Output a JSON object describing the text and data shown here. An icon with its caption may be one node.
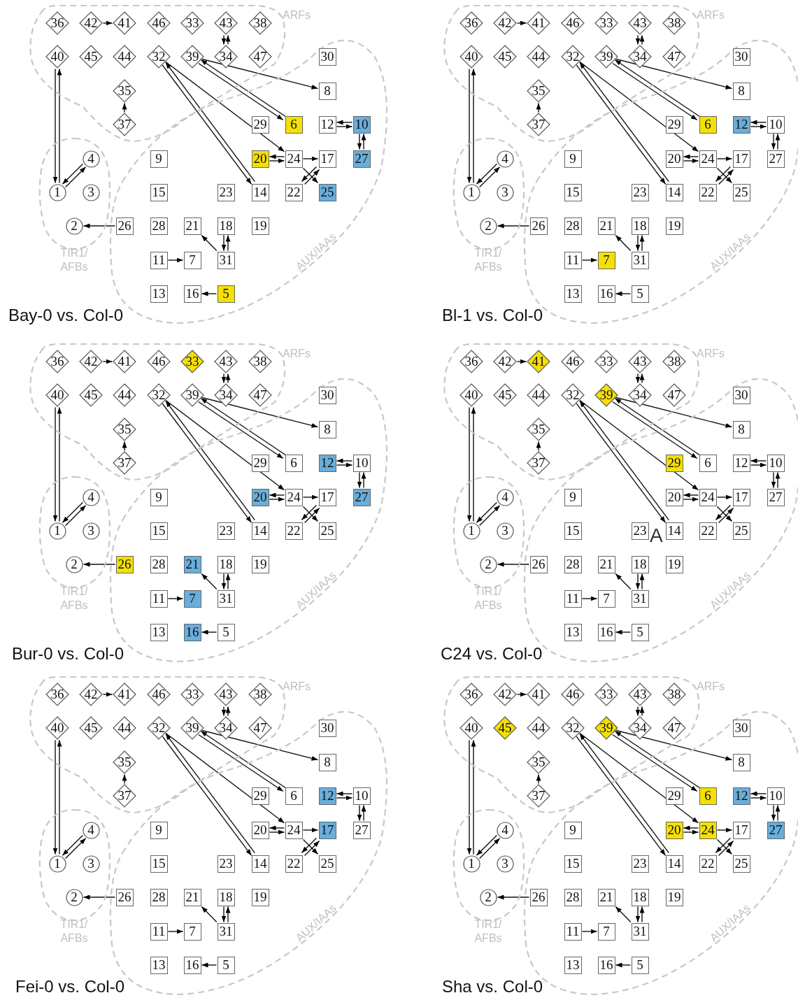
{
  "diagram": {
    "nodes": [
      {
        "text": [
          "ARFs"
        ]
      },
      {
        "text": [
          "TIR1/ AFBs"
        ]
      },
      {
        "text": [
          "AUX/IAAs"
        ]
      },
      {
        "text": [
          "36"
        ],
        "in": 0
      },
      {
        "text": [
          "42"
        ],
        "in": 0
      },
      {
        "text": [
          "41"
        ],
        "in": 0
      },
      {
        "text": [
          "46"
        ],
        "in": 0
      },
      {
        "text": [
          "33"
        ],
        "in": 0
      },
      {
        "text": [
          "43"
        ],
        "in": 0
      },
      {
        "text": [
          "38"
        ],
        "in": 0
      },
      {
        "text": [
          "40"
        ],
        "in": 0
      },
      {
        "text": [
          "45"
        ],
        "in": 0
      },
      {
        "text": [
          "44"
        ],
        "in": 0
      },
      {
        "text": [
          "32"
        ],
        "in": 0
      },
      {
        "text": [
          "39"
        ],
        "in": 0
      },
      {
        "text": [
          "34"
        ],
        "in": 0
      },
      {
        "text": [
          "47"
        ],
        "in": 0
      },
      {
        "text": [
          "30"
        ],
        "in": 2
      },
      {
        "text": [
          "35"
        ],
        "in": 0
      },
      {
        "text": [
          "8"
        ],
        "in": 2
      },
      {
        "text": [
          "37"
        ],
        "in": 0
      },
      {
        "text": [
          "29"
        ],
        "in": 2
      },
      {
        "text": [
          "6"
        ],
        "in": 2
      },
      {
        "text": [
          "12"
        ],
        "in": 2
      },
      {
        "text": [
          "10"
        ],
        "in": 2
      },
      {
        "text": [
          "4"
        ],
        "in": 1
      },
      {
        "text": [
          "9"
        ],
        "in": 2
      },
      {
        "text": [
          "20"
        ],
        "in": 2
      },
      {
        "text": [
          "24"
        ],
        "in": 2
      },
      {
        "text": [
          "17"
        ],
        "in": 2
      },
      {
        "text": [
          "27"
        ],
        "in": 2
      },
      {
        "text": [
          "1"
        ],
        "in": 1
      },
      {
        "text": [
          "3"
        ],
        "in": 1
      },
      {
        "text": [
          "15"
        ],
        "in": 2
      },
      {
        "text": [
          "23"
        ],
        "in": 2
      },
      {
        "text": [
          "14"
        ],
        "in": 2
      },
      {
        "text": [
          "22"
        ],
        "in": 2
      },
      {
        "text": [
          "25"
        ],
        "in": 2
      },
      {
        "text": [
          "2"
        ],
        "in": 1
      },
      {
        "text": [
          "26"
        ],
        "in": 2
      },
      {
        "text": [
          "28"
        ],
        "in": 2
      },
      {
        "text": [
          "21"
        ],
        "in": 2
      },
      {
        "text": [
          "18"
        ],
        "in": 2
      },
      {
        "text": [
          "19"
        ],
        "in": 2
      },
      {
        "text": [
          "11"
        ],
        "in": 2
      },
      {
        "text": [
          "7"
        ],
        "in": 2
      },
      {
        "text": [
          "31"
        ],
        "in": 2
      },
      {
        "text": [
          "13"
        ],
        "in": 2
      },
      {
        "text": [
          "16"
        ],
        "in": 2
      },
      {
        "text": [
          "5"
        ],
        "in": 2
      },
      {
        "text": [
          "ARFs"
        ]
      },
      {
        "text": [
          "TIR1/ AFBs"
        ]
      },
      {
        "text": [
          "AUX/IAAs"
        ]
      },
      {
        "text": [
          "36"
        ],
        "in": 50
      },
      {
        "text": [
          "42"
        ],
        "in": 50
      },
      {
        "text": [
          "41"
        ],
        "in": 50
      },
      {
        "text": [
          "46"
        ],
        "in": 50
      },
      {
        "text": [
          "33"
        ],
        "in": 50
      },
      {
        "text": [
          "43"
        ],
        "in": 50
      },
      {
        "text": [
          "38"
        ],
        "in": 50
      },
      {
        "text": [
          "40"
        ],
        "in": 50
      },
      {
        "text": [
          "45"
        ],
        "in": 50
      },
      {
        "text": [
          "44"
        ],
        "in": 50
      },
      {
        "text": [
          "32"
        ],
        "in": 50
      },
      {
        "text": [
          "39"
        ],
        "in": 50
      },
      {
        "text": [
          "34"
        ],
        "in": 50
      },
      {
        "text": [
          "47"
        ],
        "in": 50
      },
      {
        "text": [
          "30"
        ],
        "in": 52
      },
      {
        "text": [
          "35"
        ],
        "in": 50
      },
      {
        "text": [
          "8"
        ],
        "in": 52
      },
      {
        "text": [
          "37"
        ],
        "in": 50
      },
      {
        "text": [
          "29"
        ],
        "in": 52
      },
      {
        "text": [
          "6"
        ],
        "in": 52
      },
      {
        "text": [
          "12"
        ],
        "in": 52
      },
      {
        "text": [
          "10"
        ],
        "in": 52
      },
      {
        "text": [
          "4"
        ],
        "in": 51
      },
      {
        "text": [
          "9"
        ],
        "in": 52
      },
      {
        "text": [
          "20"
        ],
        "in": 52
      },
      {
        "text": [
          "24"
        ],
        "in": 52
      },
      {
        "text": [
          "17"
        ],
        "in": 52
      },
      {
        "text": [
          "27"
        ],
        "in": 52
      },
      {
        "text": [
          "1"
        ],
        "in": 51
      },
      {
        "text": [
          "3"
        ],
        "in": 51
      },
      {
        "text": [
          "15"
        ],
        "in": 52
      },
      {
        "text": [
          "23"
        ],
        "in": 52
      },
      {
        "text": [
          "14"
        ],
        "in": 52
      },
      {
        "text": [
          "22"
        ],
        "in": 52
      },
      {
        "text": [
          "25"
        ],
        "in": 52
      },
      {
        "text": [
          "2"
        ],
        "in": 51
      },
      {
        "text": [
          "26"
        ],
        "in": 52
      },
      {
        "text": [
          "28"
        ],
        "in": 52
      },
      {
        "text": [
          "21"
        ],
        "in": 52
      },
      {
        "text": [
          "18"
        ],
        "in": 52
      },
      {
        "text": [
          "19"
        ],
        "in": 52
      },
      {
        "text": [
          "11"
        ],
        "in": 52
      },
      {
        "text": [
          "7"
        ],
        "in": 52
      },
      {
        "text": [
          "31"
        ],
        "in": 52
      },
      {
        "text": [
          "13"
        ],
        "in": 52
      },
      {
        "text": [
          "16"
        ],
        "in": 52
      },
      {
        "text": [
          "5"
        ],
        "in": 52
      },
      {
        "text": [
          "ARFs"
        ]
      },
      {
        "text": [
          "TIR1/ AFBs"
        ]
      },
      {
        "text": [
          "AUX/IAAs"
        ]
      },
      {
        "text": [
          "36"
        ],
        "in": 100
      },
      {
        "text": [
          "42"
        ],
        "in": 100
      },
      {
        "text": [
          "41"
        ],
        "in": 100
      },
      {
        "text": [
          "46"
        ],
        "in": 100
      },
      {
        "text": [
          "33"
        ],
        "in": 100
      },
      {
        "text": [
          "43"
        ],
        "in": 100
      },
      {
        "text": [
          "38"
        ],
        "in": 100
      },
      {
        "text": [
          "40"
        ],
        "in": 100
      },
      {
        "text": [
          "45"
        ],
        "in": 100
      },
      {
        "text": [
          "44"
        ],
        "in": 100
      },
      {
        "text": [
          "32"
        ],
        "in": 100
      },
      {
        "text": [
          "39"
        ],
        "in": 100
      },
      {
        "text": [
          "34"
        ],
        "in": 100
      },
      {
        "text": [
          "47"
        ],
        "in": 100
      },
      {
        "text": [
          "30"
        ],
        "in": 102
      },
      {
        "text": [
          "35"
        ],
        "in": 100
      },
      {
        "text": [
          "8"
        ],
        "in": 102
      },
      {
        "text": [
          "37"
        ],
        "in": 100
      },
      {
        "text": [
          "29"
        ],
        "in": 102
      },
      {
        "text": [
          "6"
        ],
        "in": 102
      },
      {
        "text": [
          "12"
        ],
        "in": 102
      },
      {
        "text": [
          "10"
        ],
        "in": 102
      },
      {
        "text": [
          "4"
        ],
        "in": 101
      },
      {
        "text": [
          "9"
        ],
        "in": 102
      },
      {
        "text": [
          "20"
        ],
        "in": 102
      },
      {
        "text": [
          "24"
        ],
        "in": 102
      },
      {
        "text": [
          "17"
        ],
        "in": 102
      },
      {
        "text": [
          "27"
        ],
        "in": 102
      },
      {
        "text": [
          "1"
        ],
        "in": 101
      },
      {
        "text": [
          "3"
        ],
        "in": 101
      },
      {
        "text": [
          "15"
        ],
        "in": 102
      },
      {
        "text": [
          "23"
        ],
        "in": 102
      },
      {
        "text": [
          "14"
        ],
        "in": 102
      },
      {
        "text": [
          "22"
        ],
        "in": 102
      },
      {
        "text": [
          "25"
        ],
        "in": 102
      },
      {
        "text": [
          "2"
        ],
        "in": 101
      },
      {
        "text": [
          "26"
        ],
        "in": 102
      },
      {
        "text": [
          "28"
        ],
        "in": 102
      },
      {
        "text": [
          "21"
        ],
        "in": 102
      },
      {
        "text": [
          "18"
        ],
        "in": 102
      },
      {
        "text": [
          "19"
        ],
        "in": 102
      },
      {
        "text": [
          "11"
        ],
        "in": 102
      },
      {
        "text": [
          "7"
        ],
        "in": 102
      },
      {
        "text": [
          "31"
        ],
        "in": 102
      },
      {
        "text": [
          "13"
        ],
        "in": 102
      },
      {
        "text": [
          "16"
        ],
        "in": 102
      },
      {
        "text": [
          "5"
        ],
        "in": 102
      },
      {
        "text": [
          "ARFs"
        ]
      },
      {
        "text": [
          "TIR1/ AFBs"
        ]
      },
      {
        "text": [
          "AUX/IAAs"
        ]
      },
      {
        "text": [
          "36"
        ],
        "in": 150
      },
      {
        "text": [
          "42"
        ],
        "in": 150
      },
      {
        "text": [
          "41"
        ],
        "in": 150
      },
      {
        "text": [
          "46"
        ],
        "in": 150
      },
      {
        "text": [
          "33"
        ],
        "in": 150
      },
      {
        "text": [
          "43"
        ],
        "in": 150
      },
      {
        "text": [
          "38"
        ],
        "in": 150
      },
      {
        "text": [
          "40"
        ],
        "in": 150
      },
      {
        "text": [
          "45"
        ],
        "in": 150
      },
      {
        "text": [
          "44"
        ],
        "in": 150
      },
      {
        "text": [
          "32"
        ],
        "in": 150
      },
      {
        "text": [
          "39"
        ],
        "in": 150
      },
      {
        "text": [
          "34"
        ],
        "in": 150
      },
      {
        "text": [
          "47"
        ],
        "in": 150
      },
      {
        "text": [
          "30"
        ],
        "in": 152
      },
      {
        "text": [
          "35"
        ],
        "in": 150
      },
      {
        "text": [
          "8"
        ],
        "in": 152
      },
      {
        "text": [
          "37"
        ],
        "in": 150
      },
      {
        "text": [
          "29"
        ],
        "in": 152
      },
      {
        "text": [
          "6"
        ],
        "in": 152
      },
      {
        "text": [
          "12"
        ],
        "in": 152
      },
      {
        "text": [
          "10"
        ],
        "in": 152
      },
      {
        "text": [
          "4"
        ],
        "in": 151
      },
      {
        "text": [
          "9"
        ],
        "in": 152
      },
      {
        "text": [
          "20"
        ],
        "in": 152
      },
      {
        "text": [
          "24"
        ],
        "in": 152
      },
      {
        "text": [
          "17"
        ],
        "in": 152
      },
      {
        "text": [
          "27"
        ],
        "in": 152
      },
      {
        "text": [
          "1"
        ],
        "in": 151
      },
      {
        "text": [
          "3"
        ],
        "in": 151
      },
      {
        "text": [
          "15"
        ],
        "in": 152
      },
      {
        "text": [
          "23"
        ],
        "in": 152
      },
      {
        "text": [
          "14"
        ],
        "in": 152
      },
      {
        "text": [
          "22"
        ],
        "in": 152
      },
      {
        "text": [
          "25"
        ],
        "in": 152
      },
      {
        "text": [
          "2"
        ],
        "in": 151
      },
      {
        "text": [
          "26"
        ],
        "in": 152
      },
      {
        "text": [
          "28"
        ],
        "in": 152
      },
      {
        "text": [
          "21"
        ],
        "in": 152
      },
      {
        "text": [
          "18"
        ],
        "in": 152
      },
      {
        "text": [
          "19"
        ],
        "in": 152
      },
      {
        "text": [
          "11"
        ],
        "in": 152
      },
      {
        "text": [
          "7"
        ],
        "in": 152
      },
      {
        "text": [
          "31"
        ],
        "in": 152
      },
      {
        "text": [
          "13"
        ],
        "in": 152
      },
      {
        "text": [
          "16"
        ],
        "in": 152
      },
      {
        "text": [
          "5"
        ],
        "in": 152
      },
      {
        "text": [
          "ARFs"
        ]
      },
      {
        "text": [
          "TIR1/ AFBs"
        ]
      },
      {
        "text": [
          "AUX/IAAs"
        ]
      },
      {
        "text": [
          "36"
        ],
        "in": 200
      },
      {
        "text": [
          "42"
        ],
        "in": 200
      },
      {
        "text": [
          "41"
        ],
        "in": 200
      },
      {
        "text": [
          "46"
        ],
        "in": 200
      },
      {
        "text": [
          "33"
        ],
        "in": 200
      },
      {
        "text": [
          "43"
        ],
        "in": 200
      },
      {
        "text": [
          "38"
        ],
        "in": 200
      },
      {
        "text": [
          "40"
        ],
        "in": 200
      },
      {
        "text": [
          "45"
        ],
        "in": 200
      },
      {
        "text": [
          "44"
        ],
        "in": 200
      },
      {
        "text": [
          "32"
        ],
        "in": 200
      },
      {
        "text": [
          "39"
        ],
        "in": 200
      },
      {
        "text": [
          "34"
        ],
        "in": 200
      },
      {
        "text": [
          "47"
        ],
        "in": 200
      },
      {
        "text": [
          "30"
        ],
        "in": 202
      },
      {
        "text": [
          "35"
        ],
        "in": 200
      },
      {
        "text": [
          "8"
        ],
        "in": 202
      },
      {
        "text": [
          "37"
        ],
        "in": 200
      },
      {
        "text": [
          "29"
        ],
        "in": 202
      },
      {
        "text": [
          "6"
        ],
        "in": 202
      },
      {
        "text": [
          "12"
        ],
        "in": 202
      },
      {
        "text": [
          "10"
        ],
        "in": 202
      },
      {
        "text": [
          "4"
        ],
        "in": 201
      },
      {
        "text": [
          "9"
        ],
        "in": 202
      },
      {
        "text": [
          "20"
        ],
        "in": 202
      },
      {
        "text": [
          "24"
        ],
        "in": 202
      },
      {
        "text": [
          "17"
        ],
        "in": 202
      },
      {
        "text": [
          "27"
        ],
        "in": 202
      },
      {
        "text": [
          "1"
        ],
        "in": 201
      },
      {
        "text": [
          "3"
        ],
        "in": 201
      },
      {
        "text": [
          "15"
        ],
        "in": 202
      },
      {
        "text": [
          "23"
        ],
        "in": 202
      },
      {
        "text": [
          "14"
        ],
        "in": 202
      },
      {
        "text": [
          "22"
        ],
        "in": 202
      },
      {
        "text": [
          "25"
        ],
        "in": 202
      },
      {
        "text": [
          "2"
        ],
        "in": 201
      },
      {
        "text": [
          "26"
        ],
        "in": 202
      },
      {
        "text": [
          "28"
        ],
        "in": 202
      },
      {
        "text": [
          "21"
        ],
        "in": 202
      },
      {
        "text": [
          "18"
        ],
        "in": 202
      },
      {
        "text": [
          "19"
        ],
        "in": 202
      },
      {
        "text": [
          "11"
        ],
        "in": 202
      },
      {
        "text": [
          "7"
        ],
        "in": 202
      },
      {
        "text": [
          "31"
        ],
        "in": 202
      },
      {
        "text": [
          "13"
        ],
        "in": 202
      },
      {
        "text": [
          "16"
        ],
        "in": 202
      },
      {
        "text": [
          "5"
        ],
        "in": 202
      },
      {
        "text": [
          "ARFs"
        ]
      },
      {
        "text": [
          "TIR1/ AFBs"
        ]
      },
      {
        "text": [
          "AUX/IAAs"
        ]
      },
      {
        "text": [
          "36"
        ],
        "in": 250
      },
      {
        "text": [
          "42"
        ],
        "in": 250
      },
      {
        "text": [
          "41"
        ],
        "in": 250
      },
      {
        "text": [
          "46"
        ],
        "in": 250
      },
      {
        "text": [
          "33"
        ],
        "in": 250
      },
      {
        "text": [
          "43"
        ],
        "in": 250
      },
      {
        "text": [
          "38"
        ],
        "in": 250
      },
      {
        "text": [
          "40"
        ],
        "in": 250
      },
      {
        "text": [
          "45"
        ],
        "in": 250
      },
      {
        "text": [
          "44"
        ],
        "in": 250
      },
      {
        "text": [
          "32"
        ],
        "in": 250
      },
      {
        "text": [
          "39"
        ],
        "in": 250
      },
      {
        "text": [
          "34"
        ],
        "in": 250
      },
      {
        "text": [
          "47"
        ],
        "in": 250
      },
      {
        "text": [
          "30"
        ],
        "in": 252
      },
      {
        "text": [
          "35"
        ],
        "in": 250
      },
      {
        "text": [
          "8"
        ],
        "in": 252
      },
      {
        "text": [
          "37"
        ],
        "in": 250
      },
      {
        "text": [
          "29"
        ],
        "in": 252
      },
      {
        "text": [
          "6"
        ],
        "in": 252
      },
      {
        "text": [
          "12"
        ],
        "in": 252
      },
      {
        "text": [
          "10"
        ],
        "in": 252
      },
      {
        "text": [
          "4"
        ],
        "in": 251
      },
      {
        "text": [
          "9"
        ],
        "in": 252
      },
      {
        "text": [
          "20"
        ],
        "in": 252
      },
      {
        "text": [
          "24"
        ],
        "in": 252
      },
      {
        "text": [
          "17"
        ],
        "in": 252
      },
      {
        "text": [
          "27"
        ],
        "in": 252
      },
      {
        "text": [
          "1"
        ],
        "in": 251
      },
      {
        "text": [
          "3"
        ],
        "in": 251
      },
      {
        "text": [
          "15"
        ],
        "in": 252
      },
      {
        "text": [
          "23"
        ],
        "in": 252
      },
      {
        "text": [
          "14"
        ],
        "in": 252
      },
      {
        "text": [
          "22"
        ],
        "in": 252
      },
      {
        "text": [
          "25"
        ],
        "in": 252
      },
      {
        "text": [
          "2"
        ],
        "in": 251
      },
      {
        "text": [
          "26"
        ],
        "in": 252
      },
      {
        "text": [
          "28"
        ],
        "in": 252
      },
      {
        "text": [
          "21"
        ],
        "in": 252
      },
      {
        "text": [
          "18"
        ],
        "in": 252
      },
      {
        "text": [
          "19"
        ],
        "in": 252
      },
      {
        "text": [
          "11"
        ],
        "in": 252
      },
      {
        "text": [
          "7"
        ],
        "in": 252
      },
      {
        "text": [
          "31"
        ],
        "in": 252
      },
      {
        "text": [
          "13"
        ],
        "in": 252
      },
      {
        "text": [
          "16"
        ],
        "in": 252
      },
      {
        "text": [
          "5"
        ],
        "in": 252
      }
    ],
    "edges": [
      {
        "from": 4,
        "to": 5,
        "arrow": "to"
      },
      {
        "from": 8,
        "to": 15,
        "arrow": "to"
      },
      {
        "from": 15,
        "to": 8,
        "arrow": "to"
      },
      {
        "from": 10,
        "to": 31,
        "arrow": "to"
      },
      {
        "from": 31,
        "to": 10,
        "arrow": "to"
      },
      {
        "from": 31,
        "to": 25,
        "arrow": "to"
      },
      {
        "from": 25,
        "to": 31,
        "arrow": "to"
      },
      {
        "from": 20,
        "to": 18,
        "arrow": "to"
      },
      {
        "from": 39,
        "to": 38,
        "arrow": "to"
      },
      {
        "from": 13,
        "to": 35,
        "arrow": "to"
      },
      {
        "from": 35,
        "to": 13,
        "arrow": "to"
      },
      {
        "from": 13,
        "to": 28,
        "arrow": "to"
      },
      {
        "from": 14,
        "to": 22,
        "arrow": "to"
      },
      {
        "from": 22,
        "to": 14,
        "arrow": "to"
      },
      {
        "from": 14,
        "to": 19,
        "arrow": "to"
      },
      {
        "from": 23,
        "to": 24,
        "arrow": "to"
      },
      {
        "from": 24,
        "to": 23,
        "arrow": "to"
      },
      {
        "from": 30,
        "to": 24,
        "arrow": "to"
      },
      {
        "from": 24,
        "to": 30,
        "arrow": "to"
      },
      {
        "from": 27,
        "to": 28,
        "arrow": "to"
      },
      {
        "from": 28,
        "to": 27,
        "arrow": "to"
      },
      {
        "from": 28,
        "to": 29,
        "arrow": "to"
      },
      {
        "from": 28,
        "to": 37,
        "arrow": "to"
      },
      {
        "from": 36,
        "to": 29,
        "arrow": "to"
      },
      {
        "from": 29,
        "to": 36,
        "arrow": "to"
      },
      {
        "from": 46,
        "to": 41,
        "arrow": "to"
      },
      {
        "from": 46,
        "to": 42,
        "arrow": "to"
      },
      {
        "from": 42,
        "to": 46,
        "arrow": "to"
      },
      {
        "from": 44,
        "to": 45,
        "arrow": "to"
      },
      {
        "from": 49,
        "to": 48,
        "arrow": "to"
      },
      {
        "from": 54,
        "to": 55,
        "arrow": "to"
      },
      {
        "from": 58,
        "to": 65,
        "arrow": "to"
      },
      {
        "from": 65,
        "to": 58,
        "arrow": "to"
      },
      {
        "from": 60,
        "to": 81,
        "arrow": "to"
      },
      {
        "from": 81,
        "to": 60,
        "arrow": "to"
      },
      {
        "from": 81,
        "to": 75,
        "arrow": "to"
      },
      {
        "from": 75,
        "to": 81,
        "arrow": "to"
      },
      {
        "from": 70,
        "to": 68,
        "arrow": "to"
      },
      {
        "from": 89,
        "to": 88,
        "arrow": "to"
      },
      {
        "from": 63,
        "to": 85,
        "arrow": "to"
      },
      {
        "from": 85,
        "to": 63,
        "arrow": "to"
      },
      {
        "from": 63,
        "to": 78,
        "arrow": "to"
      },
      {
        "from": 64,
        "to": 72,
        "arrow": "to"
      },
      {
        "from": 72,
        "to": 64,
        "arrow": "to"
      },
      {
        "from": 64,
        "to": 69,
        "arrow": "to"
      },
      {
        "from": 73,
        "to": 74,
        "arrow": "to"
      },
      {
        "from": 74,
        "to": 73,
        "arrow": "to"
      },
      {
        "from": 80,
        "to": 74,
        "arrow": "to"
      },
      {
        "from": 74,
        "to": 80,
        "arrow": "to"
      },
      {
        "from": 77,
        "to": 78,
        "arrow": "to"
      },
      {
        "from": 78,
        "to": 77,
        "arrow": "to"
      },
      {
        "from": 78,
        "to": 79,
        "arrow": "to"
      },
      {
        "from": 78,
        "to": 87,
        "arrow": "to"
      },
      {
        "from": 86,
        "to": 79,
        "arrow": "to"
      },
      {
        "from": 79,
        "to": 86,
        "arrow": "to"
      },
      {
        "from": 96,
        "to": 91,
        "arrow": "to"
      },
      {
        "from": 96,
        "to": 92,
        "arrow": "to"
      },
      {
        "from": 92,
        "to": 96,
        "arrow": "to"
      },
      {
        "from": 94,
        "to": 95,
        "arrow": "to"
      },
      {
        "from": 99,
        "to": 98,
        "arrow": "to"
      },
      {
        "from": 104,
        "to": 105,
        "arrow": "to"
      },
      {
        "from": 108,
        "to": 115,
        "arrow": "to"
      },
      {
        "from": 115,
        "to": 108,
        "arrow": "to"
      },
      {
        "from": 110,
        "to": 131,
        "arrow": "to"
      },
      {
        "from": 131,
        "to": 110,
        "arrow": "to"
      },
      {
        "from": 131,
        "to": 125,
        "arrow": "to"
      },
      {
        "from": 125,
        "to": 131,
        "arrow": "to"
      },
      {
        "from": 120,
        "to": 118,
        "arrow": "to"
      },
      {
        "from": 139,
        "to": 138,
        "arrow": "to"
      },
      {
        "from": 113,
        "to": 135,
        "arrow": "to"
      },
      {
        "from": 135,
        "to": 113,
        "arrow": "to"
      },
      {
        "from": 113,
        "to": 128,
        "arrow": "to"
      },
      {
        "from": 114,
        "to": 122,
        "arrow": "to"
      },
      {
        "from": 122,
        "to": 114,
        "arrow": "to"
      },
      {
        "from": 114,
        "to": 119,
        "arrow": "to"
      },
      {
        "from": 123,
        "to": 124,
        "arrow": "to"
      },
      {
        "from": 124,
        "to": 123,
        "arrow": "to"
      },
      {
        "from": 130,
        "to": 124,
        "arrow": "to"
      },
      {
        "from": 124,
        "to": 130,
        "arrow": "to"
      },
      {
        "from": 127,
        "to": 128,
        "arrow": "to"
      },
      {
        "from": 128,
        "to": 127,
        "arrow": "to"
      },
      {
        "from": 128,
        "to": 129,
        "arrow": "to"
      },
      {
        "from": 128,
        "to": 137,
        "arrow": "to"
      },
      {
        "from": 136,
        "to": 129,
        "arrow": "to"
      },
      {
        "from": 129,
        "to": 136,
        "arrow": "to"
      },
      {
        "from": 146,
        "to": 141,
        "arrow": "to"
      },
      {
        "from": 146,
        "to": 142,
        "arrow": "to"
      },
      {
        "from": 142,
        "to": 146,
        "arrow": "to"
      },
      {
        "from": 144,
        "to": 145,
        "arrow": "to"
      },
      {
        "from": 149,
        "to": 148,
        "arrow": "to"
      },
      {
        "from": 154,
        "to": 155,
        "arrow": "to"
      },
      {
        "from": 158,
        "to": 165,
        "arrow": "to"
      },
      {
        "from": 165,
        "to": 158,
        "arrow": "to"
      },
      {
        "from": 160,
        "to": 181,
        "arrow": "to"
      },
      {
        "from": 181,
        "to": 160,
        "arrow": "to"
      },
      {
        "from": 181,
        "to": 175,
        "arrow": "to"
      },
      {
        "from": 175,
        "to": 181,
        "arrow": "to"
      },
      {
        "from": 170,
        "to": 168,
        "arrow": "to"
      },
      {
        "from": 189,
        "to": 188,
        "arrow": "to"
      },
      {
        "from": 163,
        "to": 185,
        "arrow": "to"
      },
      {
        "from": 185,
        "to": 163,
        "arrow": "to"
      },
      {
        "from": 163,
        "to": 178,
        "arrow": "to"
      },
      {
        "from": 164,
        "to": 172,
        "arrow": "to"
      },
      {
        "from": 172,
        "to": 164,
        "arrow": "to"
      },
      {
        "from": 164,
        "to": 169,
        "arrow": "to"
      },
      {
        "from": 173,
        "to": 174,
        "arrow": "to"
      },
      {
        "from": 174,
        "to": 173,
        "arrow": "to"
      },
      {
        "from": 180,
        "to": 174,
        "arrow": "to"
      },
      {
        "from": 174,
        "to": 180,
        "arrow": "to"
      },
      {
        "from": 177,
        "to": 178,
        "arrow": "to"
      },
      {
        "from": 178,
        "to": 177,
        "arrow": "to"
      },
      {
        "from": 178,
        "to": 179,
        "arrow": "to"
      },
      {
        "from": 178,
        "to": 187,
        "arrow": "to"
      },
      {
        "from": 186,
        "to": 179,
        "arrow": "to"
      },
      {
        "from": 179,
        "to": 186,
        "arrow": "to"
      },
      {
        "from": 196,
        "to": 191,
        "arrow": "to"
      },
      {
        "from": 196,
        "to": 192,
        "arrow": "to"
      },
      {
        "from": 192,
        "to": 196,
        "arrow": "to"
      },
      {
        "from": 194,
        "to": 195,
        "arrow": "to"
      },
      {
        "from": 199,
        "to": 198,
        "arrow": "to"
      },
      {
        "from": 204,
        "to": 205,
        "arrow": "to"
      },
      {
        "from": 208,
        "to": 215,
        "arrow": "to"
      },
      {
        "from": 215,
        "to": 208,
        "arrow": "to"
      },
      {
        "from": 210,
        "to": 231,
        "arrow": "to"
      },
      {
        "from": 231,
        "to": 210,
        "arrow": "to"
      },
      {
        "from": 231,
        "to": 225,
        "arrow": "to"
      },
      {
        "from": 225,
        "to": 231,
        "arrow": "to"
      },
      {
        "from": 220,
        "to": 218,
        "arrow": "to"
      },
      {
        "from": 239,
        "to": 238,
        "arrow": "to"
      },
      {
        "from": 213,
        "to": 235,
        "arrow": "to"
      },
      {
        "from": 235,
        "to": 213,
        "arrow": "to"
      },
      {
        "from": 213,
        "to": 228,
        "arrow": "to"
      },
      {
        "from": 214,
        "to": 222,
        "arrow": "to"
      },
      {
        "from": 222,
        "to": 214,
        "arrow": "to"
      },
      {
        "from": 214,
        "to": 219,
        "arrow": "to"
      },
      {
        "from": 223,
        "to": 224,
        "arrow": "to"
      },
      {
        "from": 224,
        "to": 223,
        "arrow": "to"
      },
      {
        "from": 230,
        "to": 224,
        "arrow": "to"
      },
      {
        "from": 224,
        "to": 230,
        "arrow": "to"
      },
      {
        "from": 227,
        "to": 228,
        "arrow": "to"
      },
      {
        "from": 228,
        "to": 227,
        "arrow": "to"
      },
      {
        "from": 228,
        "to": 229,
        "arrow": "to"
      },
      {
        "from": 228,
        "to": 237,
        "arrow": "to"
      },
      {
        "from": 236,
        "to": 229,
        "arrow": "to"
      },
      {
        "from": 229,
        "to": 236,
        "arrow": "to"
      },
      {
        "from": 246,
        "to": 241,
        "arrow": "to"
      },
      {
        "from": 246,
        "to": 242,
        "arrow": "to"
      },
      {
        "from": 242,
        "to": 246,
        "arrow": "to"
      },
      {
        "from": 244,
        "to": 245,
        "arrow": "to"
      },
      {
        "from": 249,
        "to": 248,
        "arrow": "to"
      },
      {
        "from": 254,
        "to": 255,
        "arrow": "to"
      },
      {
        "from": 258,
        "to": 265,
        "arrow": "to"
      },
      {
        "from": 265,
        "to": 258,
        "arrow": "to"
      },
      {
        "from": 260,
        "to": 281,
        "arrow": "to"
      },
      {
        "from": 281,
        "to": 260,
        "arrow": "to"
      },
      {
        "from": 281,
        "to": 275,
        "arrow": "to"
      },
      {
        "from": 275,
        "to": 281,
        "arrow": "to"
      },
      {
        "from": 270,
        "to": 268,
        "arrow": "to"
      },
      {
        "from": 289,
        "to": 288,
        "arrow": "to"
      },
      {
        "from": 263,
        "to": 285,
        "arrow": "to"
      },
      {
        "from": 285,
        "to": 263,
        "arrow": "to"
      },
      {
        "from": 263,
        "to": 278,
        "arrow": "to"
      },
      {
        "from": 264,
        "to": 272,
        "arrow": "to"
      },
      {
        "from": 272,
        "to": 264,
        "arrow": "to"
      },
      {
        "from": 264,
        "to": 269,
        "arrow": "to"
      },
      {
        "from": 273,
        "to": 274,
        "arrow": "to"
      },
      {
        "from": 274,
        "to": 273,
        "arrow": "to"
      },
      {
        "from": 280,
        "to": 274,
        "arrow": "to"
      },
      {
        "from": 274,
        "to": 280,
        "arrow": "to"
      },
      {
        "from": 277,
        "to": 278,
        "arrow": "to"
      },
      {
        "from": 278,
        "to": 277,
        "arrow": "to"
      },
      {
        "from": 278,
        "to": 279,
        "arrow": "to"
      },
      {
        "from": 278,
        "to": 287,
        "arrow": "to"
      },
      {
        "from": 286,
        "to": 279,
        "arrow": "to"
      },
      {
        "from": 279,
        "to": 286,
        "arrow": "to"
      },
      {
        "from": 296,
        "to": 291,
        "arrow": "to"
      },
      {
        "from": 296,
        "to": 292,
        "arrow": "to"
      },
      {
        "from": 292,
        "to": 296,
        "arrow": "to"
      },
      {
        "from": 294,
        "to": 295,
        "arrow": "to"
      },
      {
        "from": 299,
        "to": 298,
        "arrow": "to"
      }
    ],
    "labels": [
      "Bay-0 vs. Col-0",
      "Bl-1 vs. Col-0",
      "A",
      "Bur-0 vs. Col-0",
      "C24 vs. Col-0",
      "Fei-0 vs. Col-0",
      "Sha vs. Col-0"
    ]
  }
}
